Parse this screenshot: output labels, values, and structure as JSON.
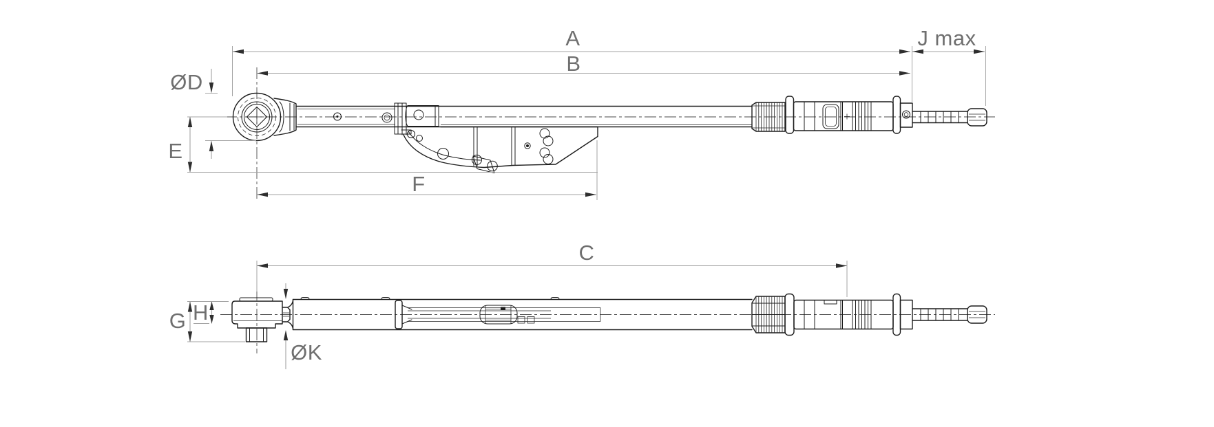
{
  "drawing": {
    "kind": "technical-dimension-drawing",
    "subject": "industrial ratchet torque wrench shown in two orthographic side views",
    "colors": {
      "background": "#ffffff",
      "outline": "#1c1c1c",
      "dimension_line": "#a3a3a3",
      "arrow": "#2e2e2e",
      "label": "#6f6f6f"
    },
    "dimensions": {
      "a": {
        "label": "A"
      },
      "b": {
        "label": "B"
      },
      "c": {
        "label": "C"
      },
      "d": {
        "label": "ØD"
      },
      "e": {
        "label": "E"
      },
      "f": {
        "label": "F"
      },
      "g": {
        "label": "G"
      },
      "h": {
        "label": "H"
      },
      "j": {
        "label": "J max"
      },
      "k": {
        "label": "ØK"
      }
    }
  }
}
